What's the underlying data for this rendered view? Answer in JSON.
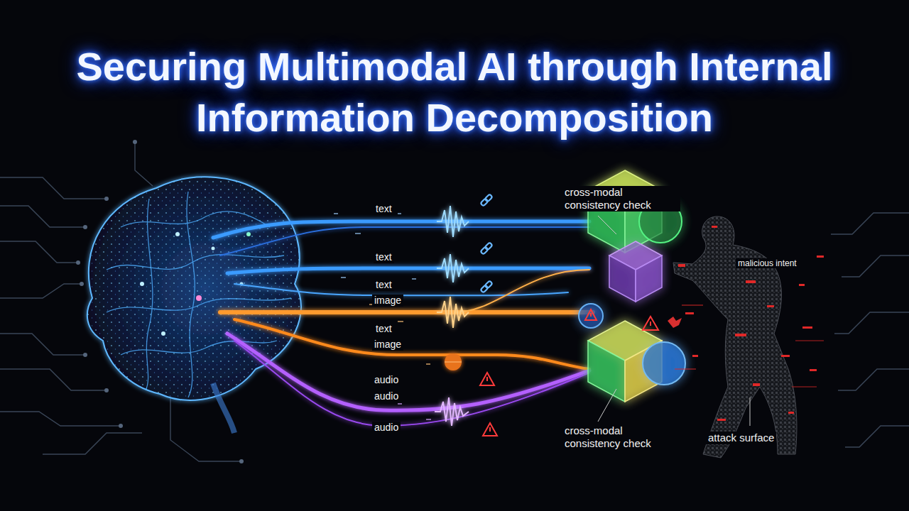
{
  "diagram": {
    "title": "Securing Multimodal AI through Internal Information Decomposition",
    "labels": [
      "text",
      "text",
      "text",
      "image",
      "text",
      "image",
      "audio",
      "audio",
      "audio",
      "cross-modal consistency check",
      "cross-modal consistency check",
      "malicious intent",
      "attack surface"
    ]
  }
}
